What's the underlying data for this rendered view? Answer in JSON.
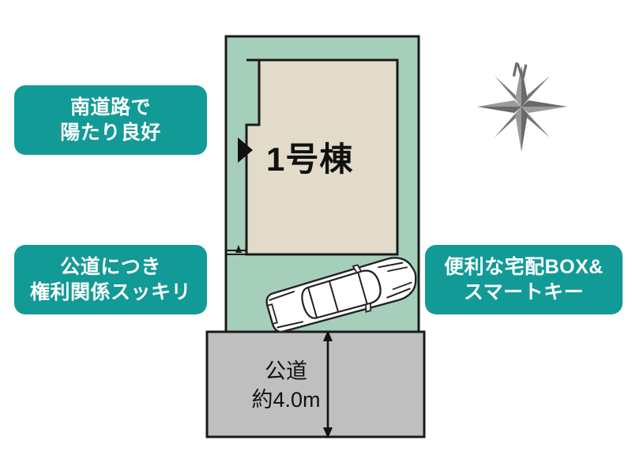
{
  "badges": [
    {
      "id": "sunlight",
      "name": "badge-sunlight",
      "lines": [
        "南道路で",
        "陽たり良好"
      ],
      "color": "#129a96",
      "text_color": "#ffffff"
    },
    {
      "id": "public-road",
      "name": "badge-public-road",
      "lines": [
        "公道につき",
        "権利関係スッキリ"
      ],
      "color": "#129a96",
      "text_color": "#ffffff"
    },
    {
      "id": "delivery-box",
      "name": "badge-delivery-box",
      "lines": [
        "便利な宅配BOX&",
        "スマートキー"
      ],
      "color": "#129a96",
      "text_color": "#ffffff"
    }
  ],
  "siteplan": {
    "building_label": "1号棟",
    "road_label_lines": [
      "公道",
      "約4.0m"
    ],
    "road_width": "約4.0m",
    "road_name": "公道",
    "colors": {
      "lot": "#a6cfbb",
      "building": "#e2dbc9",
      "road": "#bfbfbf",
      "outline": "#1a1a1a",
      "car_fill": "#ffffff",
      "car_stroke": "#222222"
    },
    "entrance_marker": "entrance-arrow",
    "parking_vehicle": "car"
  },
  "compass": {
    "north_label": "N",
    "color": "#6e6e6e"
  }
}
